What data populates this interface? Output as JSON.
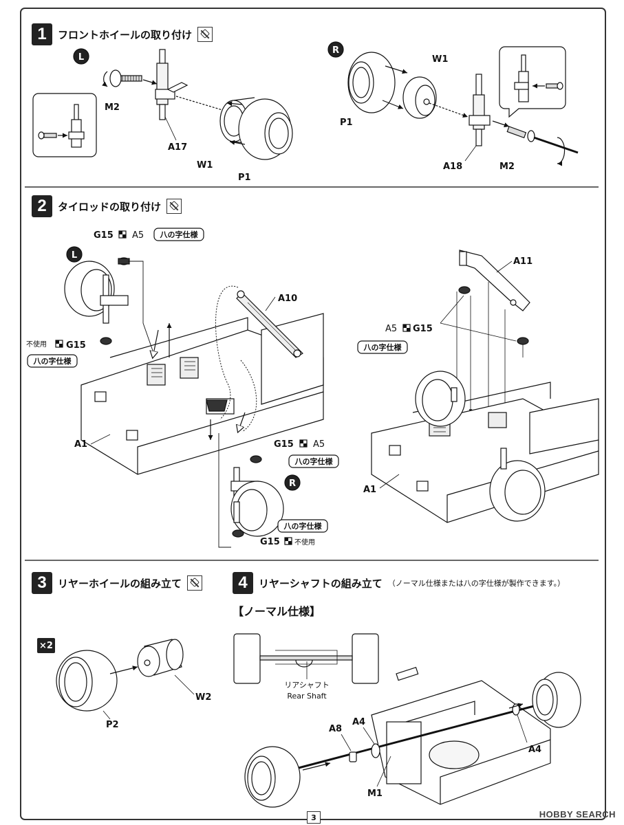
{
  "page_number": "3",
  "watermark": "HOBBY SEARCH",
  "steps": [
    {
      "num": "1",
      "title": "フロントホイールの取り付け"
    },
    {
      "num": "2",
      "title": "タイロッドの取り付け"
    },
    {
      "num": "3",
      "title": "リヤーホイールの組み立て"
    },
    {
      "num": "4",
      "title": "リヤーシャフトの組み立て",
      "subtitle": "（ノーマル仕様または八の字仕様が製作できます。）"
    }
  ],
  "step4_variant": "【ノーマル仕様】",
  "quantity_badge": "×2",
  "side_left": "L",
  "side_right": "R",
  "labels": {
    "M2": "M2",
    "A17": "A17",
    "W1": "W1",
    "P1": "P1",
    "A18": "A18",
    "G15": "G15",
    "A5": "A5",
    "A10": "A10",
    "A11": "A11",
    "A1": "A1",
    "P2": "P2",
    "W2": "W2",
    "A8": "A8",
    "A4": "A4",
    "M1": "M1",
    "yatsuji": "八の字仕様",
    "fushiyou": "不使用",
    "rear_shaft_jp": "リアシャフト",
    "rear_shaft_en": "Rear Shaft"
  }
}
